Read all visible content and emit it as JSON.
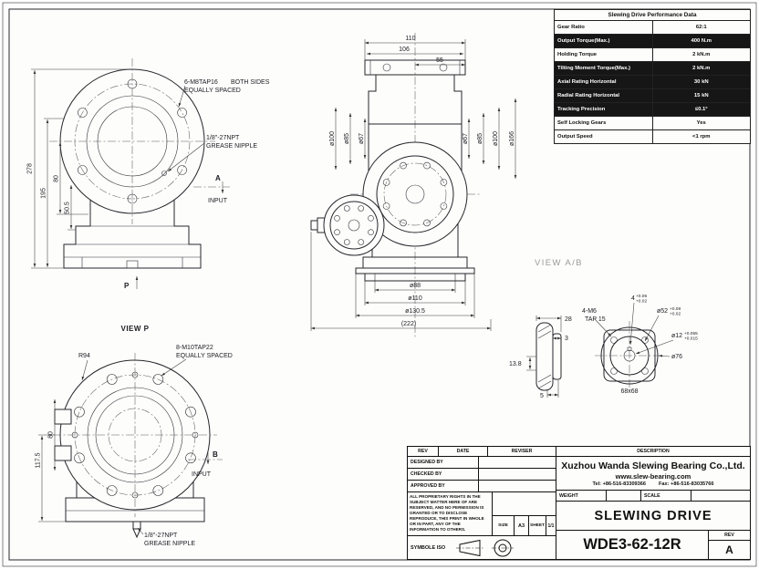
{
  "sheet": {
    "view_ab_label": "VIEW A/B"
  },
  "perf_table": {
    "title": "Slewing Drive Performance Data",
    "rows": [
      {
        "label": "Gear Ratio",
        "value": "62:1",
        "dark": false
      },
      {
        "label": "Output Torque(Max.)",
        "value": "400 N.m",
        "dark": true
      },
      {
        "label": "Holding Torque",
        "value": "2 kN.m",
        "dark": false
      },
      {
        "label": "Tilting Moment Torque(Max.)",
        "value": "2 kN.m",
        "dark": true
      },
      {
        "label": "Axial Rating Horizontal",
        "value": "30 kN",
        "dark": true
      },
      {
        "label": "Radial Rating Horizontal",
        "value": "15 kN",
        "dark": true
      },
      {
        "label": "Tracking Precision",
        "value": "≤0.1°",
        "dark": true
      },
      {
        "label": "Self Locking Gears",
        "value": "Yes",
        "dark": false
      },
      {
        "label": "Output Speed",
        "value": "<1 rpm",
        "dark": false
      }
    ]
  },
  "front_view": {
    "dims": {
      "total_height": "278",
      "h195": "195",
      "h80": "80",
      "h50_5": "50.5"
    },
    "taps_label": "6-M8TAP16",
    "taps_note": "BOTH SIDES",
    "taps_spacing": "EQUALLY SPACED",
    "grease_line1": "1/8\"-27NPT",
    "grease_line2": "GREASE NIPPLE",
    "input_marker": "A",
    "input_label": "INPUT",
    "view_marker": "P"
  },
  "section_view": {
    "dims": {
      "w110": "110",
      "w106": "106",
      "w55": "55",
      "d88": "ø88",
      "d110": "ø110",
      "d130_5": "ø130.5",
      "total": "(222)"
    },
    "dia_left": [
      "ø100",
      "ø85",
      "ø67"
    ],
    "dia_right": [
      "ø67",
      "ø85",
      "ø100",
      "ø166"
    ]
  },
  "view_p": {
    "title": "VIEW P",
    "radius_label": "R94",
    "taps_label": "8-M10TAP22",
    "taps_spacing": "EQUALLY SPACED",
    "dims": {
      "h117_5": "117.5",
      "h80": "80"
    },
    "input_marker": "B",
    "input_label": "INPUT",
    "grease_line1": "1/8\"-27NPT",
    "grease_line2": "GREASE NIPPLE"
  },
  "detail_view": {
    "dims": {
      "w28": "28",
      "t3": "3",
      "h13_8": "13.8",
      "w5": "5",
      "square": "68x68",
      "d76": "ø76"
    },
    "taps_label": "4-M6",
    "taps_depth": "TAP 15",
    "key_width": {
      "nominal": "4",
      "tol_upper": "+0.06",
      "tol_lower": "+0.02"
    },
    "bore": {
      "nominal": "ø52",
      "tol_upper": "+0.08",
      "tol_lower": "+0.02"
    },
    "shaft_bore": {
      "nominal": "ø12",
      "tol_upper": "+0.055",
      "tol_lower": "+0.015"
    }
  },
  "title_block": {
    "rev_header": "REV",
    "date_header": "DATE",
    "reviser_header": "REVISER",
    "description_header": "DESCRIPTION",
    "designed_by": "DESIGNED BY",
    "checked_by": "CHECKED BY",
    "approved_by": "APPROVED BY",
    "proprietary_text": "ALL PROPRIETARY RIGHTS IN THE SUBJECT MATTER HERE OF ARE RESERVED, AND NO PERMISSION IS GRANTED OR TO DISCLOSE REPRODUCE, THIS PRINT IN WHOLE OR IN PART, ANY OF THE INFORMATION TO OTHERS.",
    "company": "Xuzhou Wanda Slewing Bearing Co.,Ltd.",
    "website": "www.slew-bearing.com",
    "tel": "Tel: +86-516-83309366",
    "fax": "Fax: +86-516-83035766",
    "weight_label": "WEIGHT",
    "scale_label": "SCALE",
    "size_label": "SIZE",
    "size_value": "A3",
    "sheet_label": "SHEET",
    "sheet_value": "1/1",
    "drawing_title": "SLEWING DRIVE",
    "part_number": "WDE3-62-12R",
    "rev_label": "REV",
    "rev_value": "A",
    "symbole_label": "SYMBOLE ISO"
  }
}
